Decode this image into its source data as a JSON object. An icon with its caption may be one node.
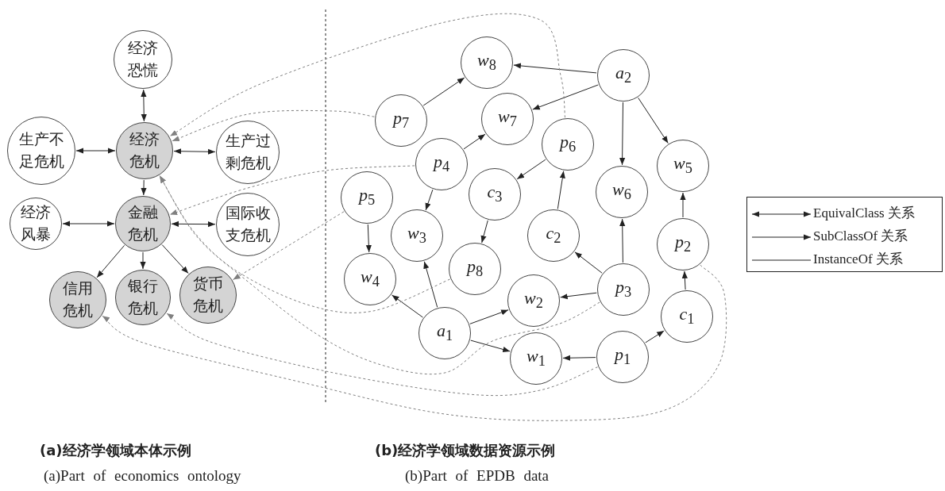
{
  "diagram": {
    "nodes": [
      {
        "text": [
          "经济恐慌"
        ]
      },
      {
        "text": [
          "生产不足危机"
        ]
      },
      {
        "text": [
          "经济危机"
        ]
      },
      {
        "text": [
          "生产过剩危机"
        ]
      },
      {
        "text": [
          "经济风暴"
        ]
      },
      {
        "text": [
          "金融危机"
        ]
      },
      {
        "text": [
          "国际收支危机"
        ]
      },
      {
        "text": [
          "信用危机"
        ]
      },
      {
        "text": [
          "银行危机"
        ]
      },
      {
        "text": [
          "货币危机"
        ]
      },
      {
        "text": [
          "*w*$_{8}$"
        ]
      },
      {
        "text": [
          "*a*$_{2}$"
        ]
      },
      {
        "text": [
          "*p*$_{7}$"
        ]
      },
      {
        "text": [
          "*w*$_{7}$"
        ]
      },
      {
        "text": [
          "*p*$_{6}$"
        ]
      },
      {
        "text": [
          "*p*$_{4}$"
        ]
      },
      {
        "text": [
          "*w*$_{5}$"
        ]
      },
      {
        "text": [
          "*p*$_{5}$"
        ]
      },
      {
        "text": [
          "*c*$_{3}$"
        ]
      },
      {
        "text": [
          "*w*$_{6}$"
        ]
      },
      {
        "text": [
          "*w*$_{3}$"
        ]
      },
      {
        "text": [
          "*c*$_{2}$"
        ]
      },
      {
        "text": [
          "*p*$_{2}$"
        ]
      },
      {
        "text": [
          "*w*$_{4}$"
        ]
      },
      {
        "text": [
          "*p*$_{8}$"
        ]
      },
      {
        "text": [
          "*w*$_{2}$"
        ]
      },
      {
        "text": [
          "*p*$_{3}$"
        ]
      },
      {
        "text": [
          "*c*$_{1}$"
        ]
      },
      {
        "text": [
          "*a*$_{1}$"
        ]
      },
      {
        "text": [
          "*w*$_{1}$"
        ]
      },
      {
        "text": [
          "*p*$_{1}$"
        ]
      }
    ],
    "edges": [
      {
        "from": 0,
        "to": 2,
        "arrow": "both"
      },
      {
        "from": 1,
        "to": 2,
        "arrow": "both"
      },
      {
        "from": 2,
        "to": 3,
        "arrow": "both"
      },
      {
        "from": 2,
        "to": 5,
        "arrow": "to"
      },
      {
        "from": 4,
        "to": 5,
        "arrow": "both"
      },
      {
        "from": 5,
        "to": 6,
        "arrow": "both"
      },
      {
        "from": 5,
        "to": 7,
        "arrow": "to"
      },
      {
        "from": 5,
        "to": 8,
        "arrow": "to"
      },
      {
        "from": 5,
        "to": 9,
        "arrow": "to"
      },
      {
        "from": 11,
        "to": 10,
        "arrow": "to"
      },
      {
        "from": 12,
        "to": 10,
        "arrow": "to"
      },
      {
        "from": 11,
        "to": 13,
        "arrow": "to"
      },
      {
        "from": 11,
        "to": 19,
        "arrow": "to"
      },
      {
        "from": 11,
        "to": 16,
        "arrow": "to"
      },
      {
        "from": 15,
        "to": 13,
        "arrow": "to"
      },
      {
        "from": 15,
        "to": 20,
        "arrow": "to"
      },
      {
        "from": 14,
        "to": 18,
        "arrow": "to"
      },
      {
        "from": 17,
        "to": 23,
        "arrow": "to"
      },
      {
        "from": 18,
        "to": 24,
        "arrow": "to"
      },
      {
        "from": 21,
        "to": 14,
        "arrow": "to"
      },
      {
        "from": 26,
        "to": 19,
        "arrow": "to"
      },
      {
        "from": 26,
        "to": 21,
        "arrow": "to"
      },
      {
        "from": 26,
        "to": 25,
        "arrow": "to"
      },
      {
        "from": 28,
        "to": 23,
        "arrow": "to"
      },
      {
        "from": 28,
        "to": 20,
        "arrow": "to"
      },
      {
        "from": 28,
        "to": 25,
        "arrow": "to"
      },
      {
        "from": 28,
        "to": 29,
        "arrow": "to"
      },
      {
        "from": 30,
        "to": 29,
        "arrow": "to"
      },
      {
        "from": 30,
        "to": 27,
        "arrow": "to"
      },
      {
        "from": 27,
        "to": 22,
        "arrow": "to"
      },
      {
        "from": 22,
        "to": 16,
        "arrow": "to"
      },
      {
        "from": 14,
        "to": 2,
        "arrow": "to",
        "style": "dashed",
        "color": "#808080"
      },
      {
        "from": 12,
        "to": 2,
        "arrow": "to",
        "style": "dashed",
        "color": "#808080"
      },
      {
        "from": 15,
        "to": 5,
        "arrow": "to",
        "style": "dashed",
        "color": "#808080"
      },
      {
        "from": 17,
        "to": 9,
        "arrow": "to",
        "style": "dashed",
        "color": "#808080"
      },
      {
        "from": 24,
        "to": 2,
        "arrow": "to",
        "style": "dashed",
        "color": "#808080"
      },
      {
        "from": 26,
        "to": 2,
        "arrow": "to",
        "style": "dashed",
        "color": "#808080"
      },
      {
        "from": 30,
        "to": 8,
        "arrow": "to",
        "style": "dashed",
        "color": "#808080"
      },
      {
        "from": 22,
        "to": 7,
        "arrow": "to",
        "style": "dashed",
        "color": "#808080"
      }
    ],
    "labels": [
      "(a)经济学领域本体示例",
      "(b)经济学领域数据资源示例",
      "(a)Part of economics ontology",
      "(b)Part of EPDB data"
    ],
    "legend": [
      {
        "text": "EquivalClass 关系"
      },
      {
        "text": "SubClassOf 关系"
      },
      {
        "text": "InstanceOf 关系"
      }
    ]
  }
}
